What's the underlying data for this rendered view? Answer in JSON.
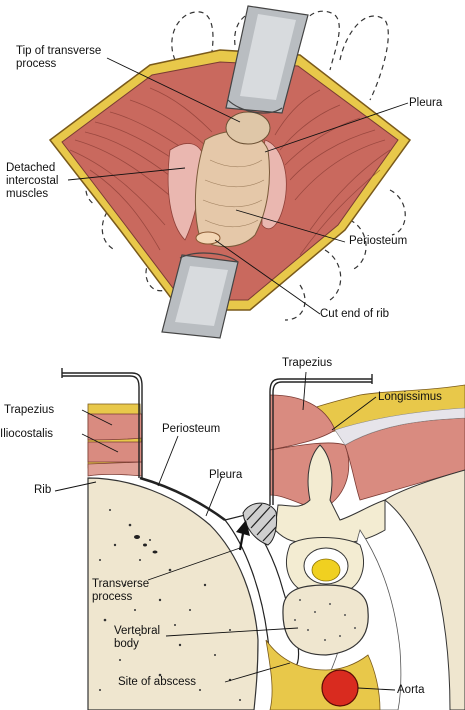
{
  "top_panel": {
    "labels": {
      "tip_transverse": "Tip of transverse\nprocess",
      "pleura": "Pleura",
      "detached_intercostal": "Detached\nintercostal\nmuscles",
      "periosteum": "Periosteum",
      "cut_end_of_rib": "Cut end of rib"
    }
  },
  "bottom_panel": {
    "labels": {
      "trapezius_right": "Trapezius",
      "longissimus": "Longissimus",
      "trapezius_left": "Trapezius",
      "iliocostalis": "Iliocostalis",
      "periosteum": "Periosteum",
      "rib": "Rib",
      "pleura": "Pleura",
      "transverse_process": "Transverse\nprocess",
      "vertebral_body": "Vertebral\nbody",
      "site_of_abscess": "Site of abscess",
      "aorta": "Aorta"
    }
  },
  "colors": {
    "muscle": "#d98b80",
    "muscle_dark": "#b8635a",
    "fat": "#e8c84a",
    "bone": "#f3ecd2",
    "cortical": "#e9dcc2",
    "pleura_cream": "#f5efd9",
    "retractor": "#b9bdc1",
    "aorta": "#d92b1f",
    "cord": "#f0d020"
  }
}
